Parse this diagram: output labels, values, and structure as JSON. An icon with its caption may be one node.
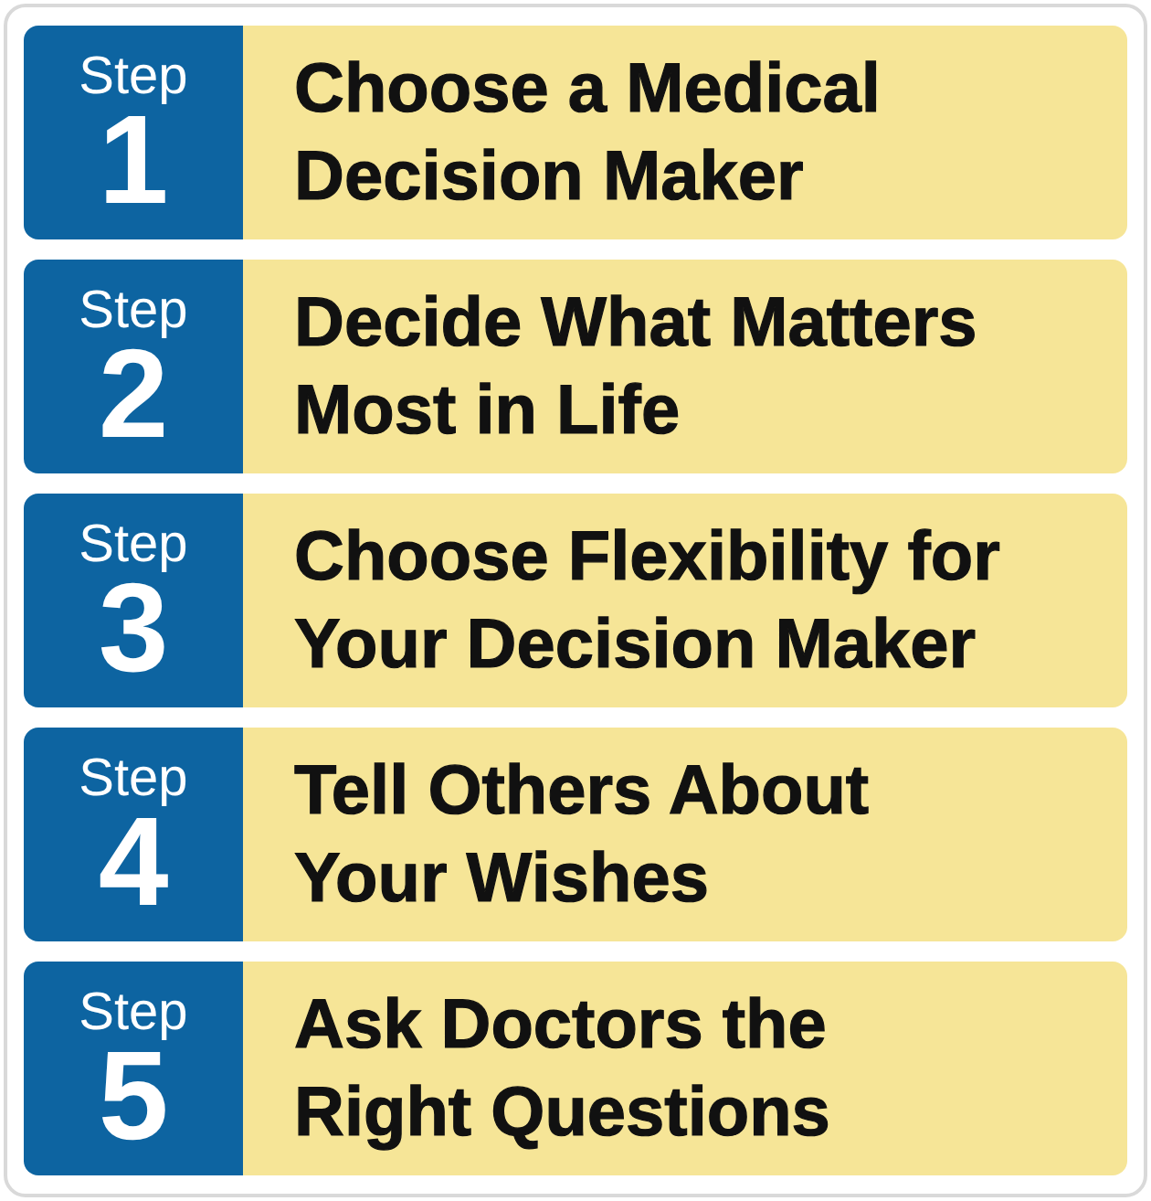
{
  "diagram": {
    "nodes": [
      {
        "text": [
          "Step",
          "1"
        ]
      },
      {
        "text": [
          "Choose a Medical Decision Maker"
        ]
      },
      {
        "text": [
          "Step",
          "2"
        ]
      },
      {
        "text": [
          "Decide What Matters Most in Life"
        ]
      },
      {
        "text": [
          "Step",
          "3"
        ]
      },
      {
        "text": [
          "Choose Flexibility for Your Decision Maker"
        ]
      },
      {
        "text": [
          "Step",
          "4"
        ]
      },
      {
        "text": [
          "Tell Others About Your Wishes"
        ]
      },
      {
        "text": [
          "Step",
          "5"
        ]
      },
      {
        "text": [
          "Ask Doctors the Right Questions"
        ]
      }
    ]
  }
}
